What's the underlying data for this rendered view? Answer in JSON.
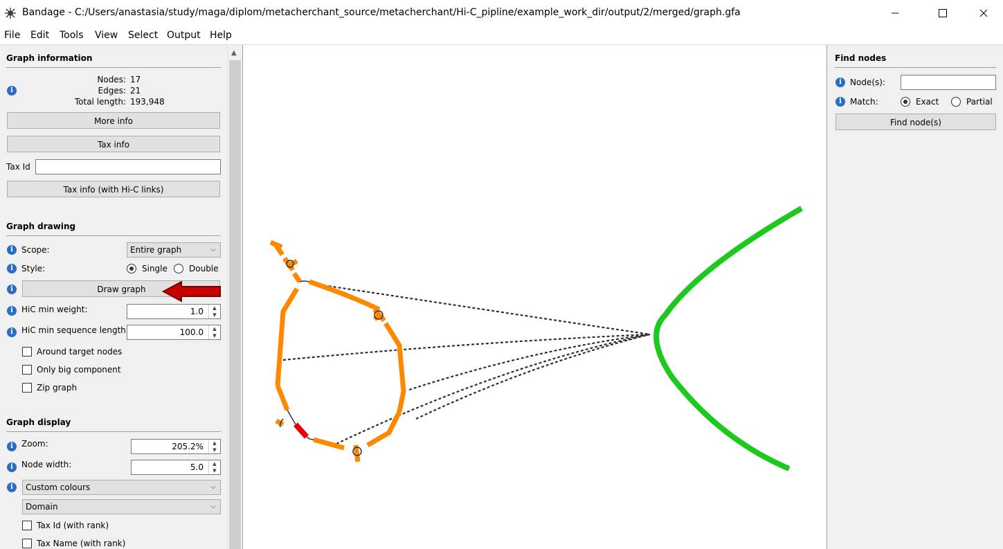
{
  "window": {
    "title": "Bandage - C:/Users/anastasia/study/maga/diplom/metacherchant_source/metacherchant/Hi-C_pipline/example_work_dir/output/2/merged/graph.gfa",
    "minimize_icon": "minimize-icon",
    "maximize_icon": "maximize-icon",
    "close_icon": "close-icon"
  },
  "menu": [
    "File",
    "Edit",
    "Tools",
    "View",
    "Select",
    "Output",
    "Help"
  ],
  "graph_information": {
    "title": "Graph information",
    "nodes_label": "Nodes:",
    "nodes_value": "17",
    "edges_label": "Edges:",
    "edges_value": "21",
    "length_label": "Total length:",
    "length_value": "193,948",
    "more_info": "More info",
    "tax_info": "Tax info",
    "tax_id_label": "Tax Id",
    "tax_id_value": "",
    "tax_info_hic": "Tax info (with Hi-C links)"
  },
  "graph_drawing": {
    "title": "Graph drawing",
    "scope_label": "Scope:",
    "scope_value": "Entire graph",
    "style_label": "Style:",
    "style_single": "Single",
    "style_double": "Double",
    "draw_graph": "Draw graph",
    "hic_min_weight_label": "HiC min weight:",
    "hic_min_weight_value": "1.0",
    "hic_min_seq_label": "HiC min sequence length:",
    "hic_min_seq_value": "100.0",
    "around_target": "Around target nodes",
    "only_big": "Only big component",
    "zip_graph": "Zip graph"
  },
  "graph_display": {
    "title": "Graph display",
    "zoom_label": "Zoom:",
    "zoom_value": "205.2%",
    "node_width_label": "Node width:",
    "node_width_value": "5.0",
    "colour_scheme": "Custom colours",
    "domain": "Domain",
    "tax_id_rank": "Tax Id (with rank)",
    "tax_name_rank": "Tax Name (with rank)"
  },
  "find_nodes": {
    "title": "Find nodes",
    "nodes_label": "Node(s):",
    "nodes_value": "",
    "match_label": "Match:",
    "exact": "Exact",
    "partial": "Partial",
    "find_button": "Find node(s)"
  },
  "colors": {
    "orange_nodes": "#ff8800",
    "green_node": "#1ec91e",
    "red_node": "#ee0000",
    "hic_links": "#303030",
    "annotation_arrow": "#b00000"
  }
}
